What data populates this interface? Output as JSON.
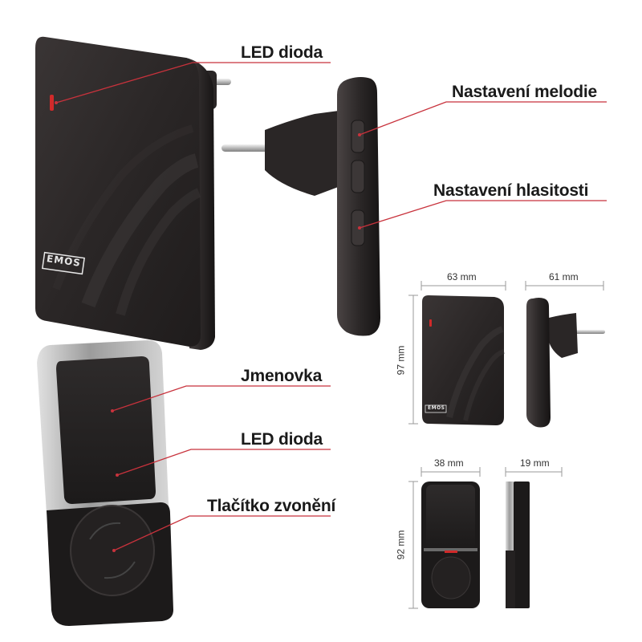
{
  "callouts": {
    "led_receiver": "LED dioda",
    "melody": "Nastavení melodie",
    "volume": "Nastavení hlasitosti",
    "nameplate": "Jmenovka",
    "led_button": "LED dioda",
    "ring_button": "Tlačítko zvonění"
  },
  "brand": {
    "logo": "EMOS"
  },
  "dimensions": {
    "receiver_width": "63 mm",
    "receiver_depth": "61 mm",
    "receiver_height": "97 mm",
    "button_width": "38 mm",
    "button_depth": "19 mm",
    "button_height": "92 mm"
  },
  "colors": {
    "callout_line": "#c8323c",
    "device_body": "#2a2626",
    "led": "#d12a2a",
    "dimension_line": "#9a9a9a"
  }
}
